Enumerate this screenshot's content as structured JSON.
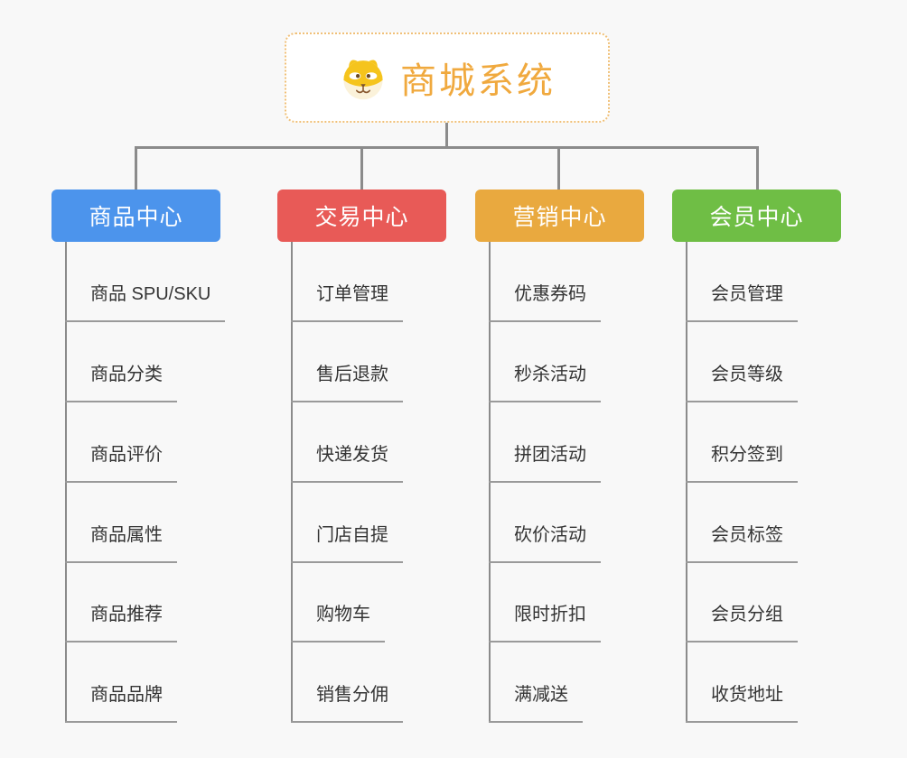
{
  "diagram": {
    "title": "商城系统 mind map",
    "background": "#f8f8f8",
    "line_color": "#8b8b8b",
    "underline_color": "#9a9a9a"
  },
  "root": {
    "label": "商城系统",
    "icon": "doge-icon",
    "text_color": "#f0a93e",
    "border_color": "#f0c078"
  },
  "branches": [
    {
      "label": "商品中心",
      "color": "#4c94ec",
      "children": [
        "商品 SPU/SKU",
        "商品分类",
        "商品评价",
        "商品属性",
        "商品推荐",
        "商品品牌"
      ]
    },
    {
      "label": "交易中心",
      "color": "#e85a57",
      "children": [
        "订单管理",
        "售后退款",
        "快递发货",
        "门店自提",
        "购物车",
        "销售分佣"
      ]
    },
    {
      "label": "营销中心",
      "color": "#e9a93f",
      "children": [
        "优惠券码",
        "秒杀活动",
        "拼团活动",
        "砍价活动",
        "限时折扣",
        "满减送"
      ]
    },
    {
      "label": "会员中心",
      "color": "#6fbe45",
      "children": [
        "会员管理",
        "会员等级",
        "积分签到",
        "会员标签",
        "会员分组",
        "收货地址"
      ]
    }
  ]
}
